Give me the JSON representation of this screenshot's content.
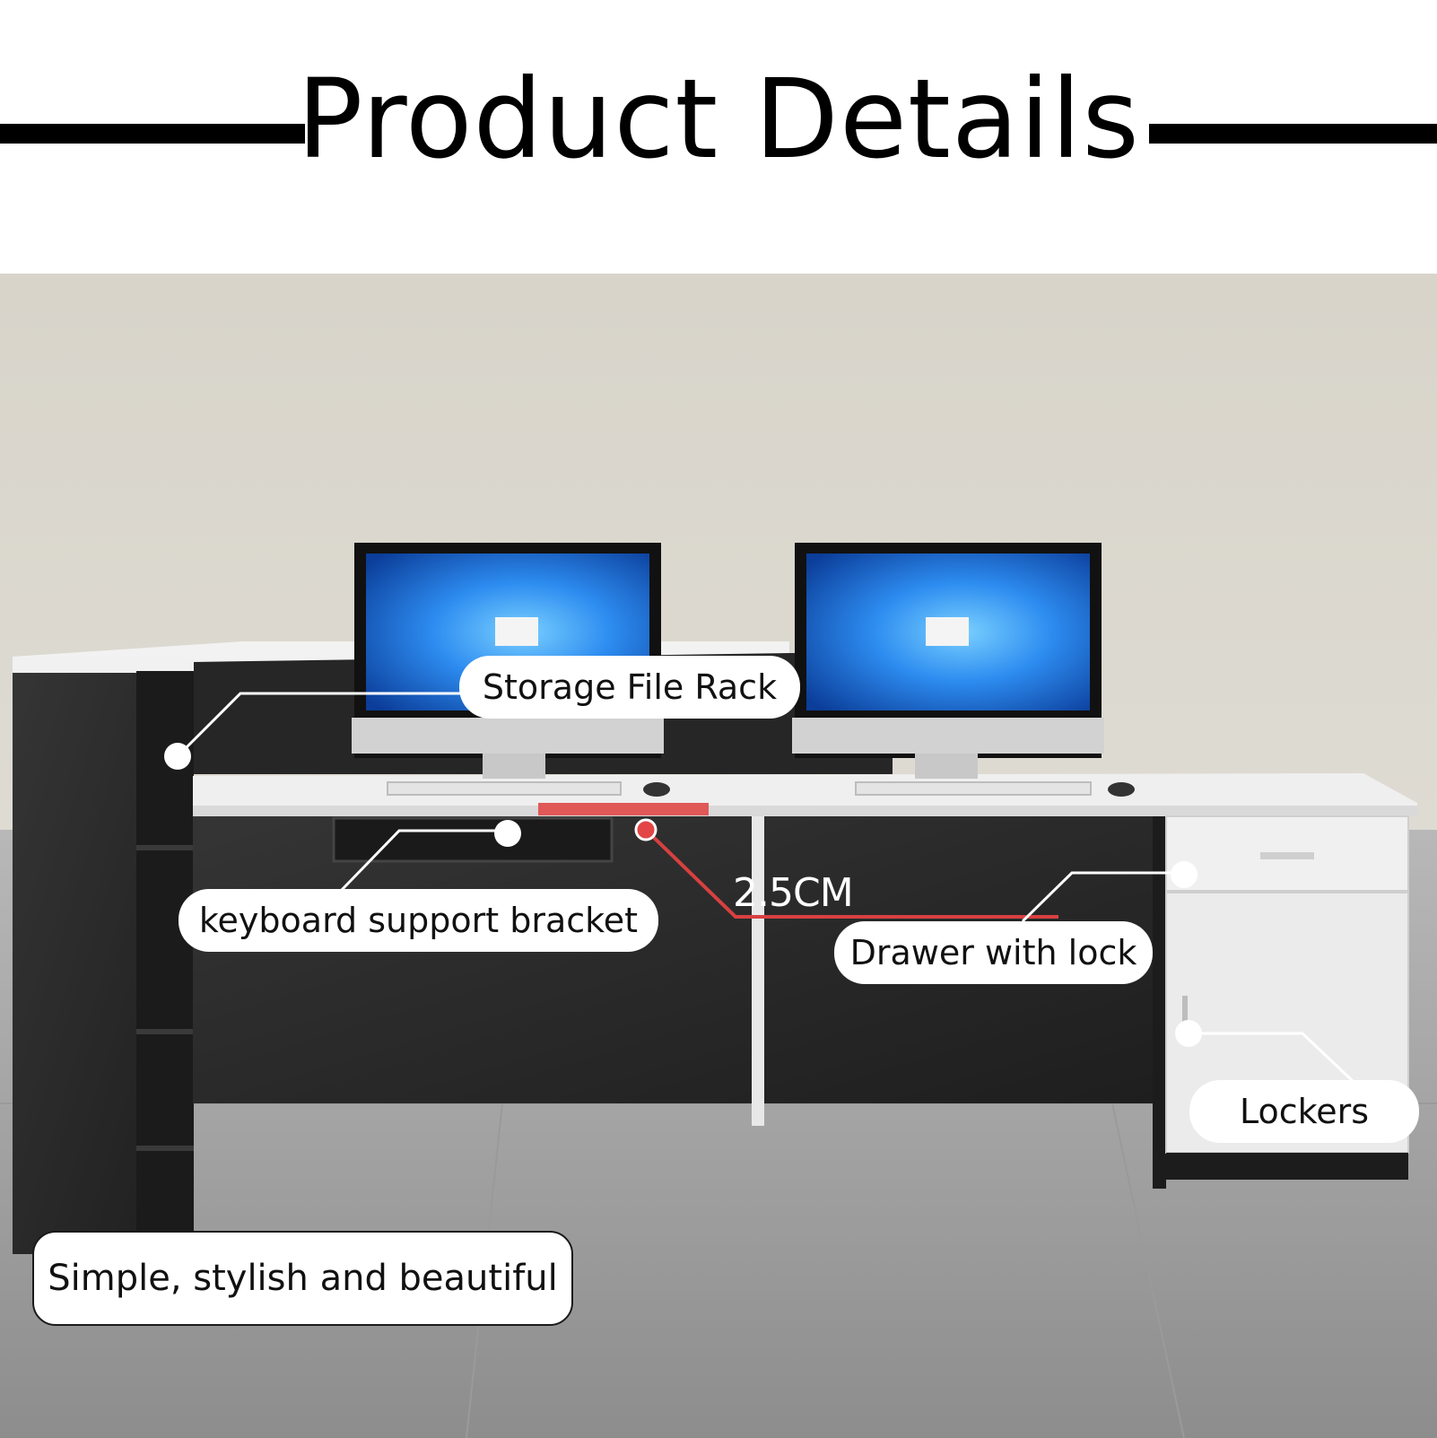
{
  "header": {
    "title": "Product Details"
  },
  "callouts": {
    "storage_file_rack": "Storage File Rack",
    "keyboard_support_bracket": "keyboard support bracket",
    "drawer_with_lock": "Drawer with lock",
    "lockers": "Lockers",
    "tagline": "Simple, stylish and beautiful"
  },
  "measurement": {
    "label": "2.5CM"
  },
  "colors": {
    "header_background": "#ffffff",
    "title_text": "#000000",
    "wall": "#d9d5cb",
    "floor": "#a5a5a5",
    "desk_dark": "#2b2b2b",
    "desk_white": "#eeeeee",
    "measurement_accent": "#e04848",
    "monitor_screen": "#1f7fe0"
  },
  "icons": {
    "callout_marker": "white-dot",
    "measure_marker": "red-dot"
  }
}
